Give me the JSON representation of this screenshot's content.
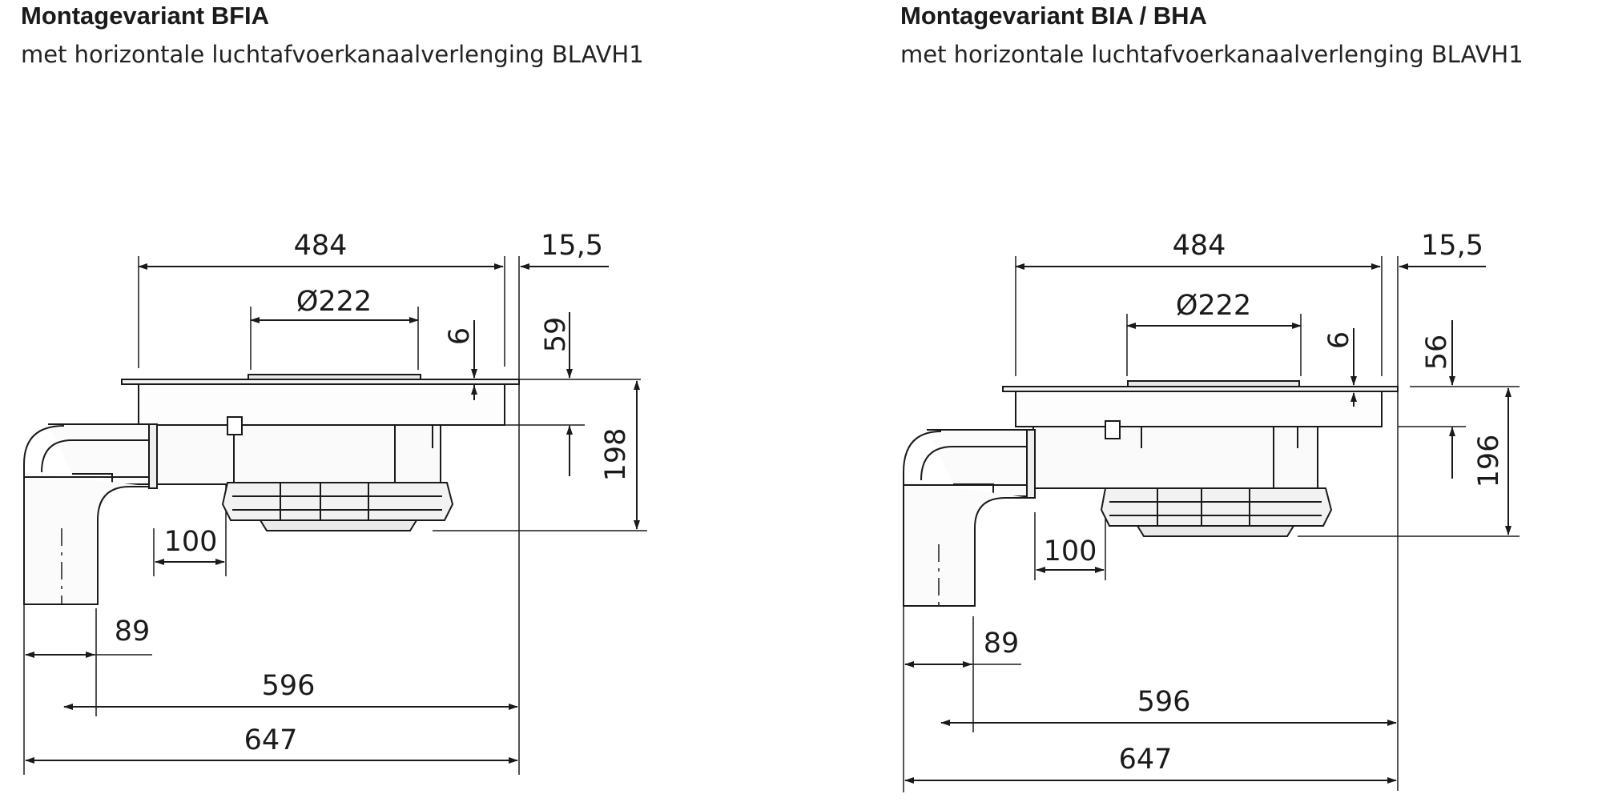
{
  "left": {
    "title": "Montagevariant BFIA",
    "subtitle": "met horizontale luchtafvoerkanaalverlenging BLAVH1",
    "dims": {
      "width_total": "484",
      "offset": "15,5",
      "diameter": "Ø222",
      "thickness": "6",
      "top_depth": "59",
      "depth": "198",
      "duct_offset": "100",
      "duct_width": "89",
      "cutout": "596",
      "overall": "647"
    }
  },
  "right": {
    "title": "Montagevariant BIA / BHA",
    "subtitle": "met horizontale luchtafvoerkanaalverlenging BLAVH1",
    "dims": {
      "width_total": "484",
      "offset": "15,5",
      "diameter": "Ø222",
      "thickness": "6",
      "top_depth": "56",
      "depth": "196",
      "duct_offset": "100",
      "duct_width": "89",
      "cutout": "596",
      "overall": "647"
    }
  }
}
